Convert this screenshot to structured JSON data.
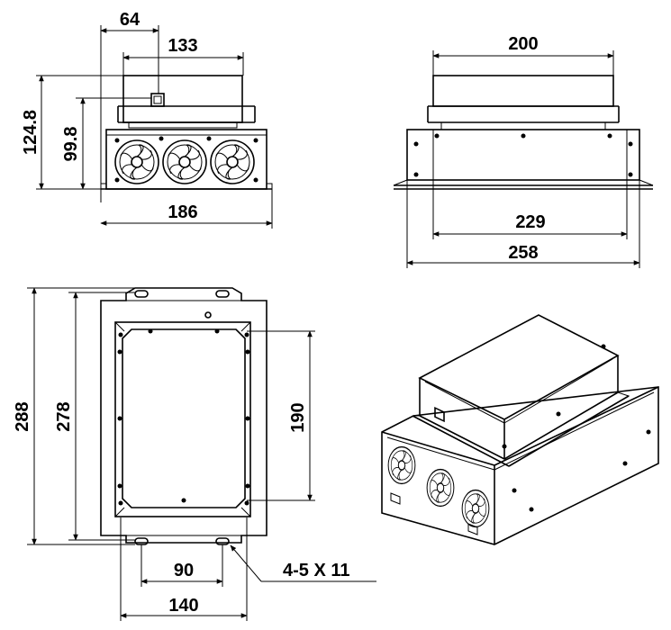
{
  "views": {
    "front": {
      "width_top": "64",
      "width_body": "133",
      "width_base": "186",
      "height_total": "124.8",
      "height_body": "99.8"
    },
    "side": {
      "width_top": "200",
      "width_mount": "229",
      "width_flange": "258"
    },
    "top": {
      "height_outer": "288",
      "height_inner": "278",
      "height_plate": "190",
      "hole_spacing": "90",
      "width_plate": "140",
      "slot_spec": "4-5 X 11"
    }
  },
  "colors": {
    "line": "#000000",
    "background": "#ffffff"
  }
}
